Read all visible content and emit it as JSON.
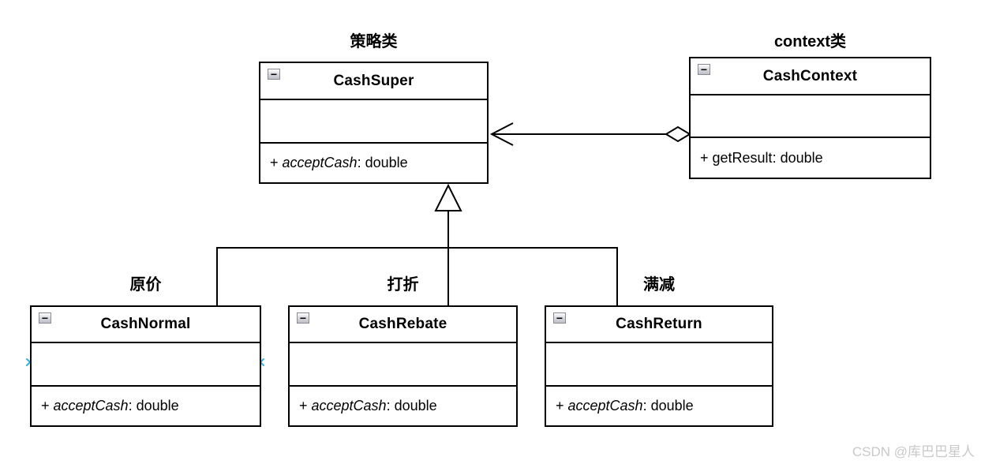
{
  "diagram": {
    "classes": [
      {
        "caption": "策略类",
        "name": "CashSuper",
        "member": {
          "visibility": "+ ",
          "name": "acceptCash",
          "type": ": double"
        }
      },
      {
        "caption": "context类",
        "name": "CashContext",
        "member": {
          "visibility": "+ ",
          "name": "getResult",
          "type": ": double"
        }
      },
      {
        "caption": "原价",
        "name": "CashNormal",
        "member": {
          "visibility": "+ ",
          "name": "acceptCash",
          "type": ": double"
        }
      },
      {
        "caption": "打折",
        "name": "CashRebate",
        "member": {
          "visibility": "+ ",
          "name": "acceptCash",
          "type": ": double"
        }
      },
      {
        "caption": "满减",
        "name": "CashReturn",
        "member": {
          "visibility": "+ ",
          "name": "acceptCash",
          "type": ": double"
        }
      }
    ],
    "relationships": [
      {
        "type": "aggregation",
        "from": "CashContext",
        "to": "CashSuper"
      },
      {
        "type": "inheritance",
        "from": "CashNormal",
        "to": "CashSuper"
      },
      {
        "type": "inheritance",
        "from": "CashRebate",
        "to": "CashSuper"
      },
      {
        "type": "inheritance",
        "from": "CashReturn",
        "to": "CashSuper"
      }
    ],
    "icons": {
      "collapse": "−",
      "selection_handle": "x-cross"
    },
    "colors": {
      "line": "#000000",
      "box_fill": "#ffffff",
      "selection_handle": "#2eb3e8",
      "watermark": "#c9c9c9"
    }
  },
  "watermark": {
    "text": "CSDN @库巴巴星人"
  }
}
